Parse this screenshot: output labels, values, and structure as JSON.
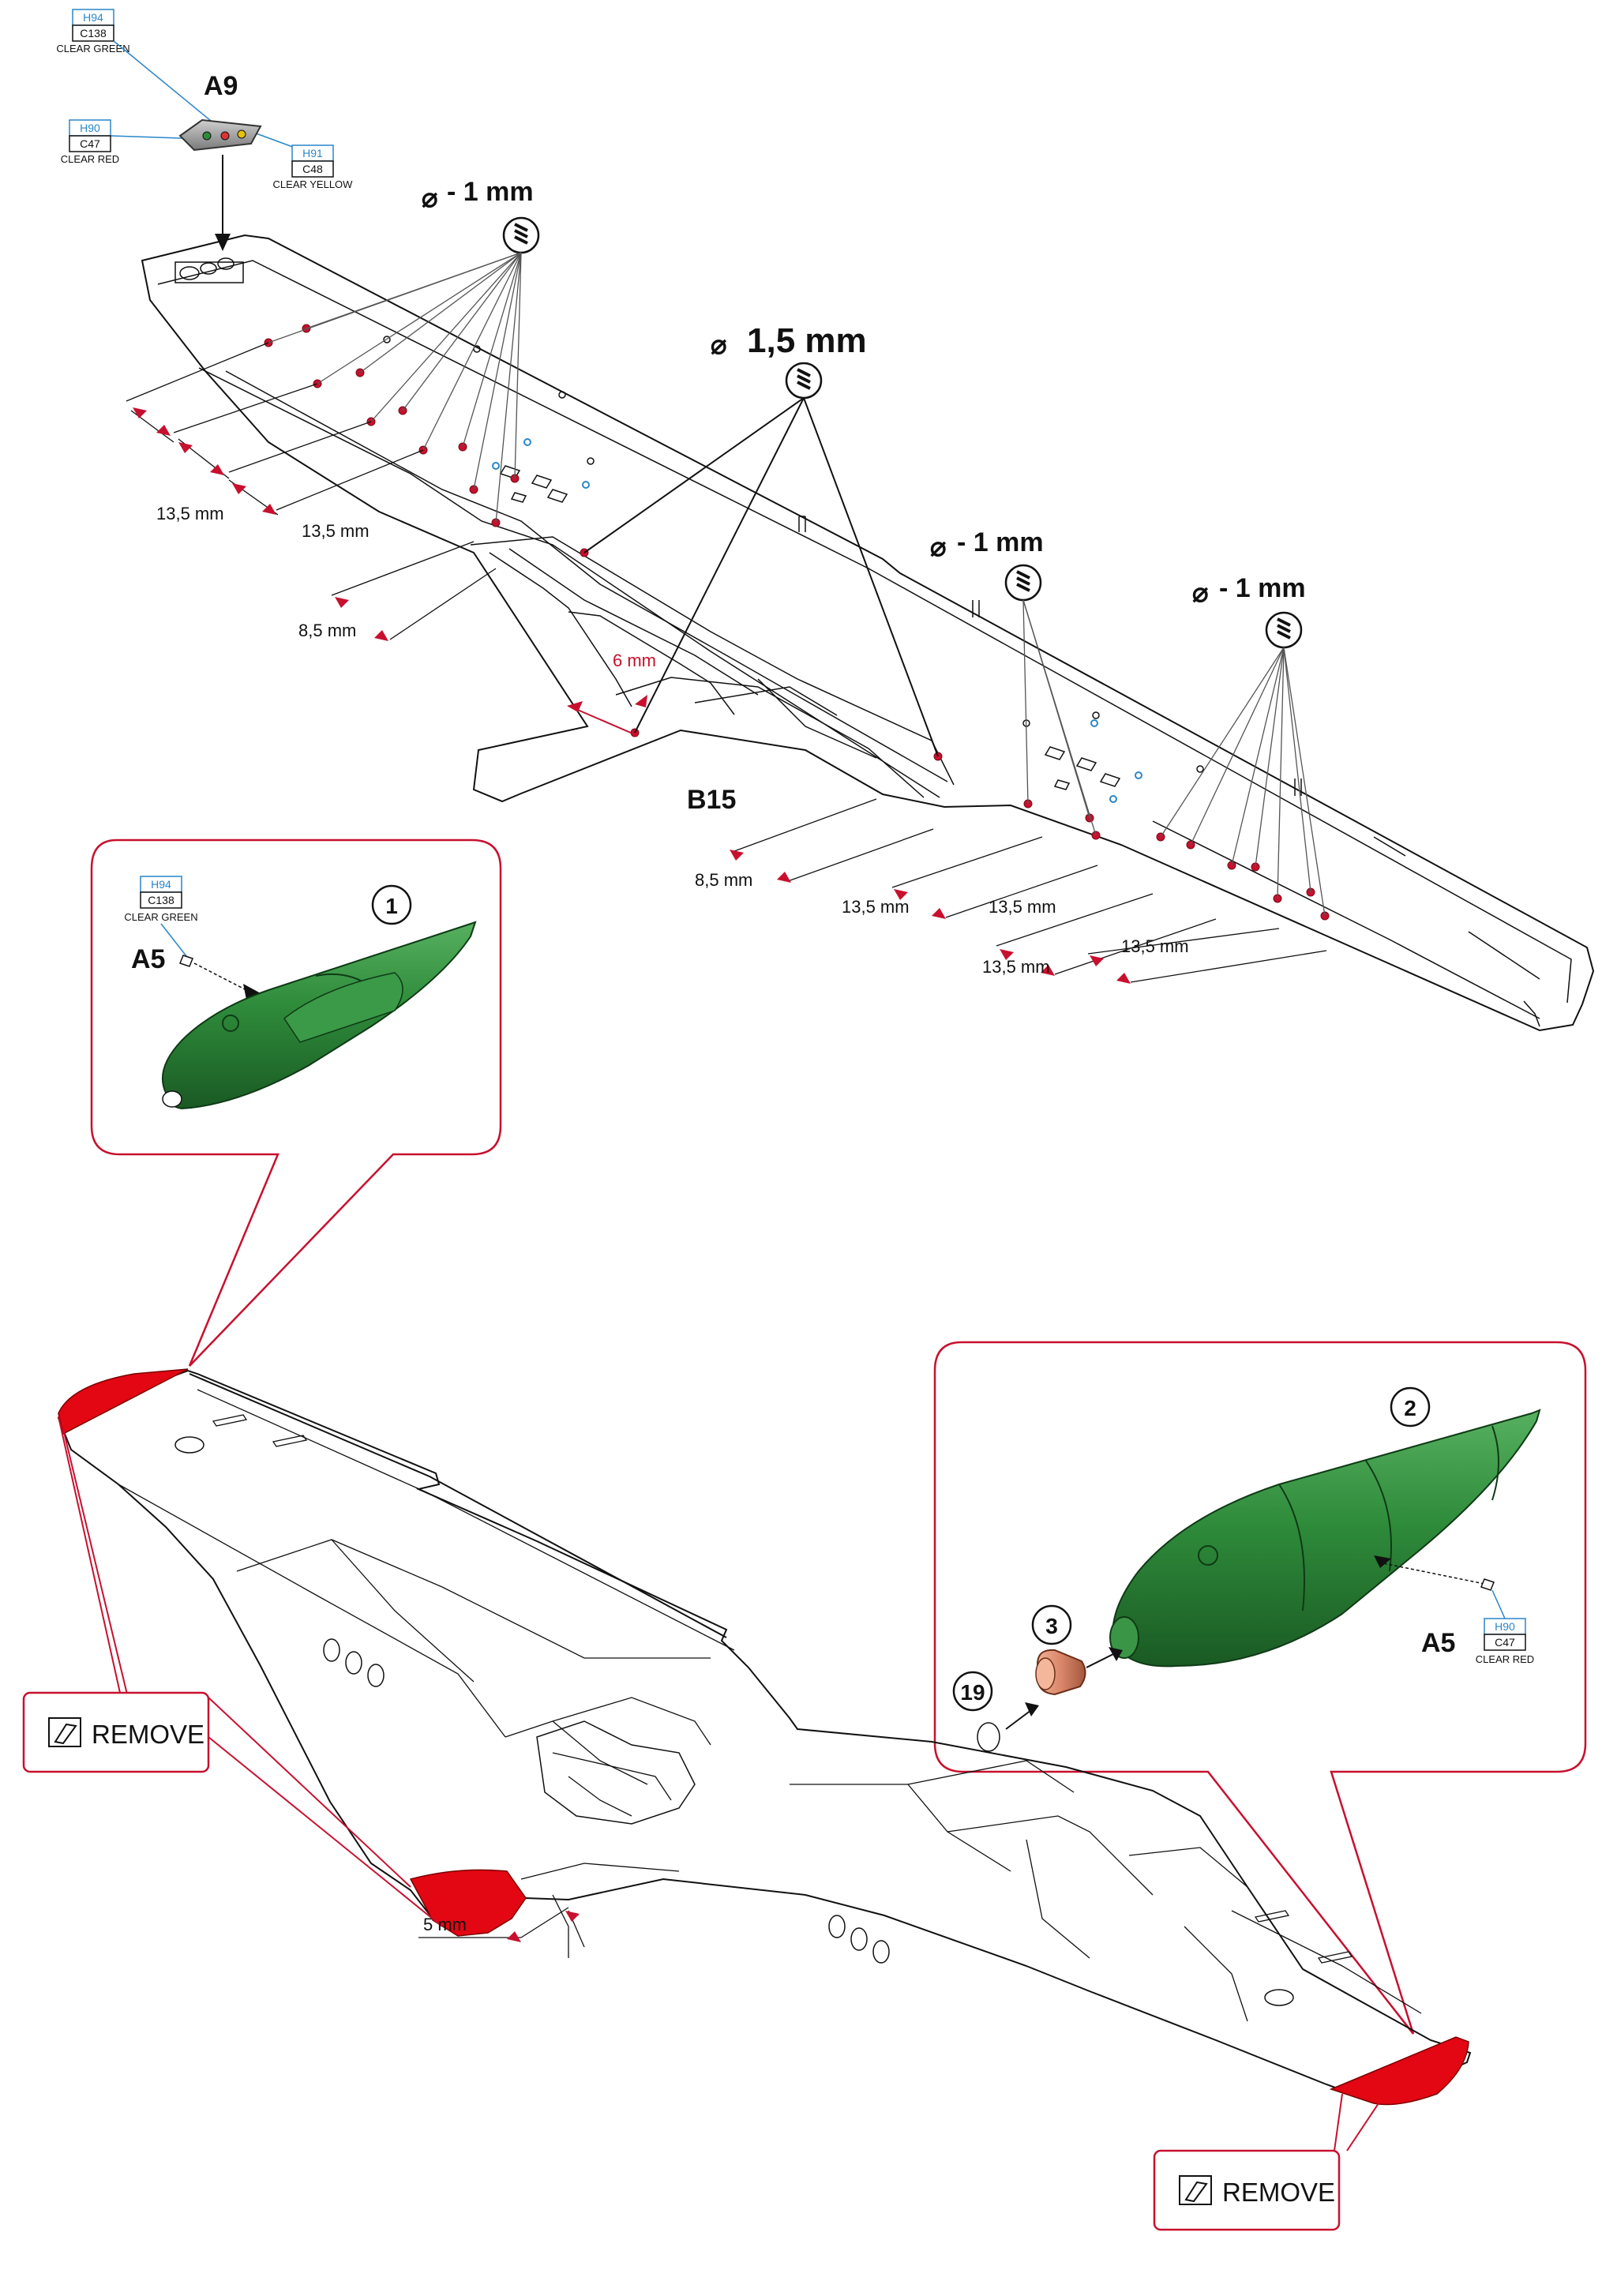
{
  "paint_callouts": {
    "a9_top": {
      "h": "H94",
      "c": "C138",
      "name": "CLEAR GREEN"
    },
    "a9_left": {
      "h": "H90",
      "c": "C47",
      "name": "CLEAR RED"
    },
    "a9_right": {
      "h": "H91",
      "c": "C48",
      "name": "CLEAR YELLOW"
    },
    "inset1": {
      "h": "H94",
      "c": "C138",
      "name": "CLEAR GREEN"
    },
    "inset2": {
      "h": "H90",
      "c": "C47",
      "name": "CLEAR RED"
    }
  },
  "parts": {
    "a9": "A9",
    "b15": "B15",
    "a5_inset1": "A5",
    "a5_inset2": "A5"
  },
  "drill_labels": {
    "d1": "- 1 mm",
    "d15": "1,5 mm",
    "d2": "- 1 mm",
    "d3": "- 1 mm",
    "symbol": "⌀"
  },
  "dimensions": {
    "left_a": "13,5 mm",
    "left_b": "13,5 mm",
    "left_c": "8,5 mm",
    "center_6": "6 mm",
    "right_a": "8,5 mm",
    "right_b": "13,5 mm",
    "right_c": "13,5 mm",
    "right_d": "13,5 mm",
    "right_e": "13,5 mm",
    "bottom_5": "5 mm"
  },
  "steps": {
    "s1": "1",
    "s2": "2",
    "s3": "3",
    "s19": "19"
  },
  "remove_labels": {
    "left": "REMOVE",
    "right": "REMOVE"
  },
  "colors": {
    "red": "#e30613",
    "callout_red": "#c8102e",
    "green": "#2e8b3a",
    "green_dark": "#1d5e27",
    "copper": "#d98a6a",
    "blue": "#2a86c8"
  }
}
